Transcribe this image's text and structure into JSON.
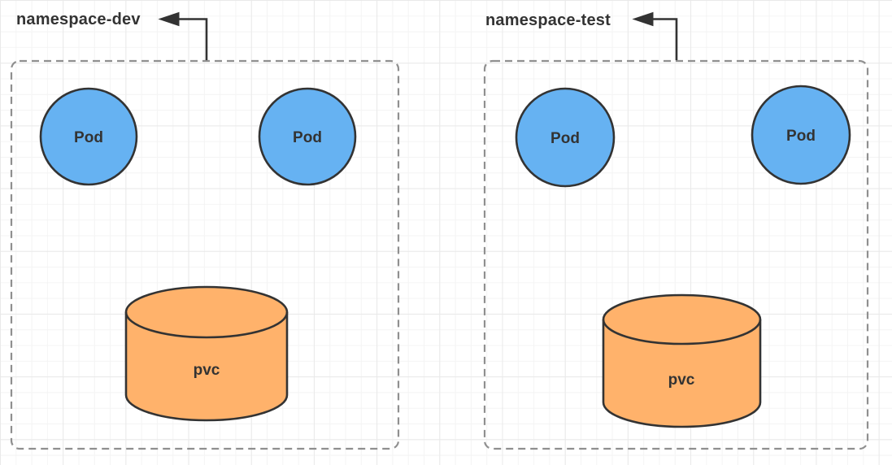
{
  "namespaces": [
    {
      "label": "namespace-dev",
      "pods": [
        {
          "label": "Pod"
        },
        {
          "label": "Pod"
        }
      ],
      "pvc": {
        "label": "pvc"
      }
    },
    {
      "label": "namespace-test",
      "pods": [
        {
          "label": "Pod"
        },
        {
          "label": "Pod"
        }
      ],
      "pvc": {
        "label": "pvc"
      }
    }
  ],
  "colors": {
    "pod_fill": "#66B2F2",
    "pod_stroke": "#333333",
    "pvc_fill": "#FFB26B",
    "pvc_stroke": "#333333",
    "namespace_border": "#8F8F8F",
    "arrow": "#333333",
    "text": "#333333",
    "grid_minor": "#F4F4F4",
    "grid_major": "#E9E9E9",
    "background": "#FFFFFF"
  }
}
